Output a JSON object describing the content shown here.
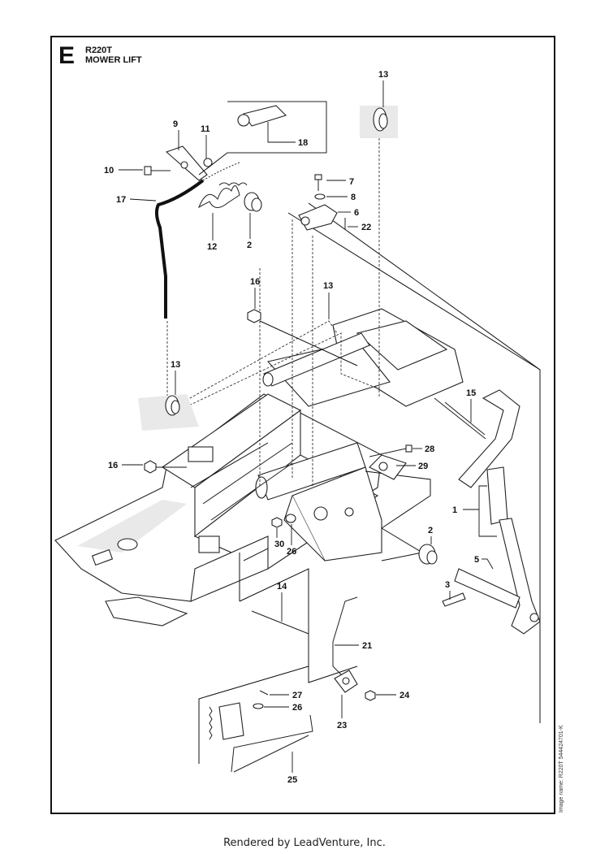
{
  "section_letter": "E",
  "title_model": "R220T",
  "title_name": "MOWER LIFT",
  "side_note": "Image name: R220T 544424701-K",
  "footer": "Rendered by LeadVenture, Inc.",
  "callouts": [
    "13",
    "9",
    "11",
    "18",
    "10",
    "17",
    "12",
    "2",
    "7",
    "8",
    "6",
    "22",
    "16",
    "13",
    "13",
    "15",
    "16",
    "28",
    "29",
    "1",
    "30",
    "26",
    "2",
    "5",
    "3",
    "14",
    "21",
    "27",
    "26",
    "24",
    "23",
    "25"
  ]
}
